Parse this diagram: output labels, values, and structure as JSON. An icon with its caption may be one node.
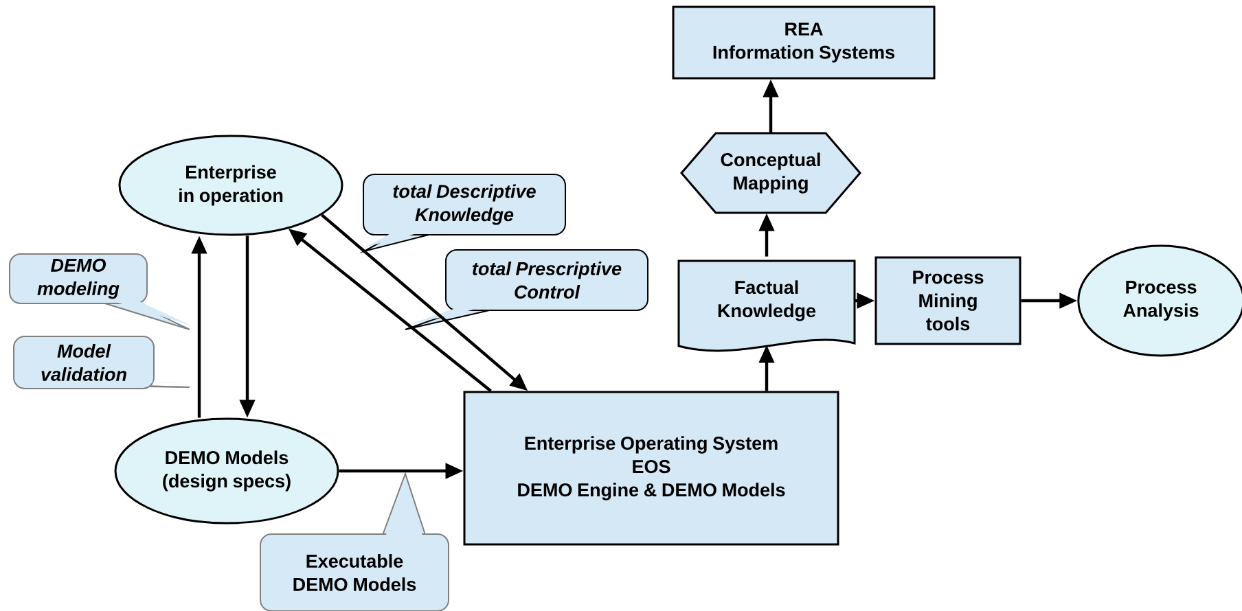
{
  "diagram": {
    "nodes": [
      {
        "text": [
          "Enterprise in operation"
        ]
      },
      {
        "text": [
          "DEMO Models (design specs)"
        ]
      },
      {
        "text": [
          "Enterprise Operating System",
          "EOS",
          "DEMO Engine & DEMO Models"
        ]
      },
      {
        "text": [
          "Factual Knowledge"
        ]
      },
      {
        "text": [
          "Conceptual Mapping"
        ]
      },
      {
        "text": [
          "REA",
          "Information Systems"
        ]
      },
      {
        "text": [
          "Process Mining tools"
        ]
      },
      {
        "text": [
          "Process Analysis"
        ]
      },
      {
        "text": [
          "DEMO modeling"
        ]
      },
      {
        "text": [
          "Model validation"
        ]
      },
      {
        "text": [
          "total Descriptive Knowledge"
        ]
      },
      {
        "text": [
          "total Prescriptive Control"
        ]
      },
      {
        "text": [
          "Executable DEMO Models"
        ]
      }
    ],
    "edges": [
      {
        "from": 1,
        "to": 0,
        "arrow": "to"
      },
      {
        "from": 0,
        "to": 1,
        "arrow": "to"
      },
      {
        "from": 2,
        "to": 0,
        "arrow": "to"
      },
      {
        "from": 0,
        "to": 2,
        "arrow": "to"
      },
      {
        "from": 1,
        "to": 2,
        "arrow": "to"
      },
      {
        "from": 2,
        "to": 3,
        "arrow": "to"
      },
      {
        "from": 3,
        "to": 4,
        "arrow": "to"
      },
      {
        "from": 4,
        "to": 5,
        "arrow": "to"
      },
      {
        "from": 3,
        "to": 6,
        "arrow": "to"
      },
      {
        "from": 6,
        "to": 7,
        "arrow": "to"
      }
    ]
  }
}
